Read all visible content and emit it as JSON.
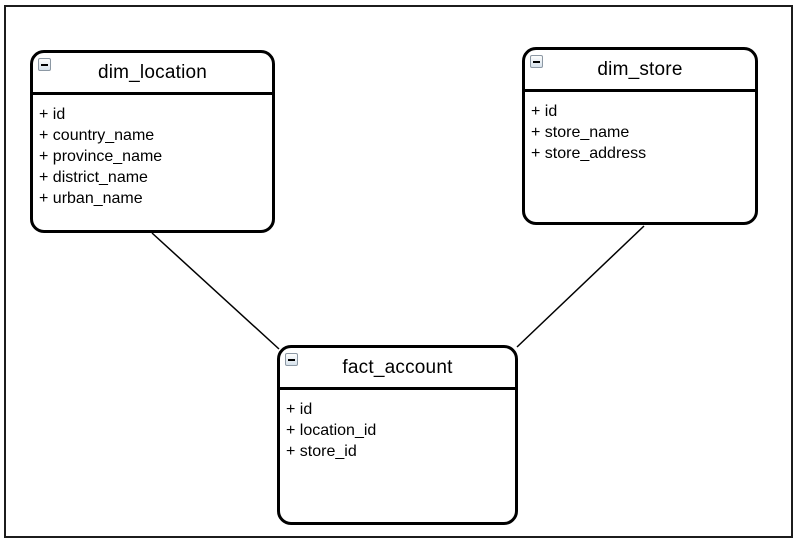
{
  "canvas": {
    "background": "#ffffff",
    "frame_border_color": "#1c1c1c"
  },
  "icons": {
    "collapse": "collapse-minus-icon",
    "collapse_glyph": "−"
  },
  "entities": [
    {
      "title": "dim_location",
      "fields": [
        "+ id",
        "+ country_name",
        "+ province_name",
        "+ district_name",
        "+ urban_name"
      ]
    },
    {
      "title": "dim_store",
      "fields": [
        "+ id",
        "+ store_name",
        "+ store_address"
      ]
    },
    {
      "title": "fact_account",
      "fields": [
        "+ id",
        "+ location_id",
        "+ store_id"
      ]
    }
  ],
  "relationships": [
    {
      "from": "dim_location",
      "to": "fact_account"
    },
    {
      "from": "dim_store",
      "to": "fact_account"
    }
  ],
  "colors": {
    "entity_border": "#000000",
    "entity_text": "#000000",
    "relationship_line": "#000000",
    "collapse_icon_border": "#8c98a4",
    "collapse_icon_bg_top": "#fdfdfd",
    "collapse_icon_bg_bottom": "#d7e2ec"
  }
}
